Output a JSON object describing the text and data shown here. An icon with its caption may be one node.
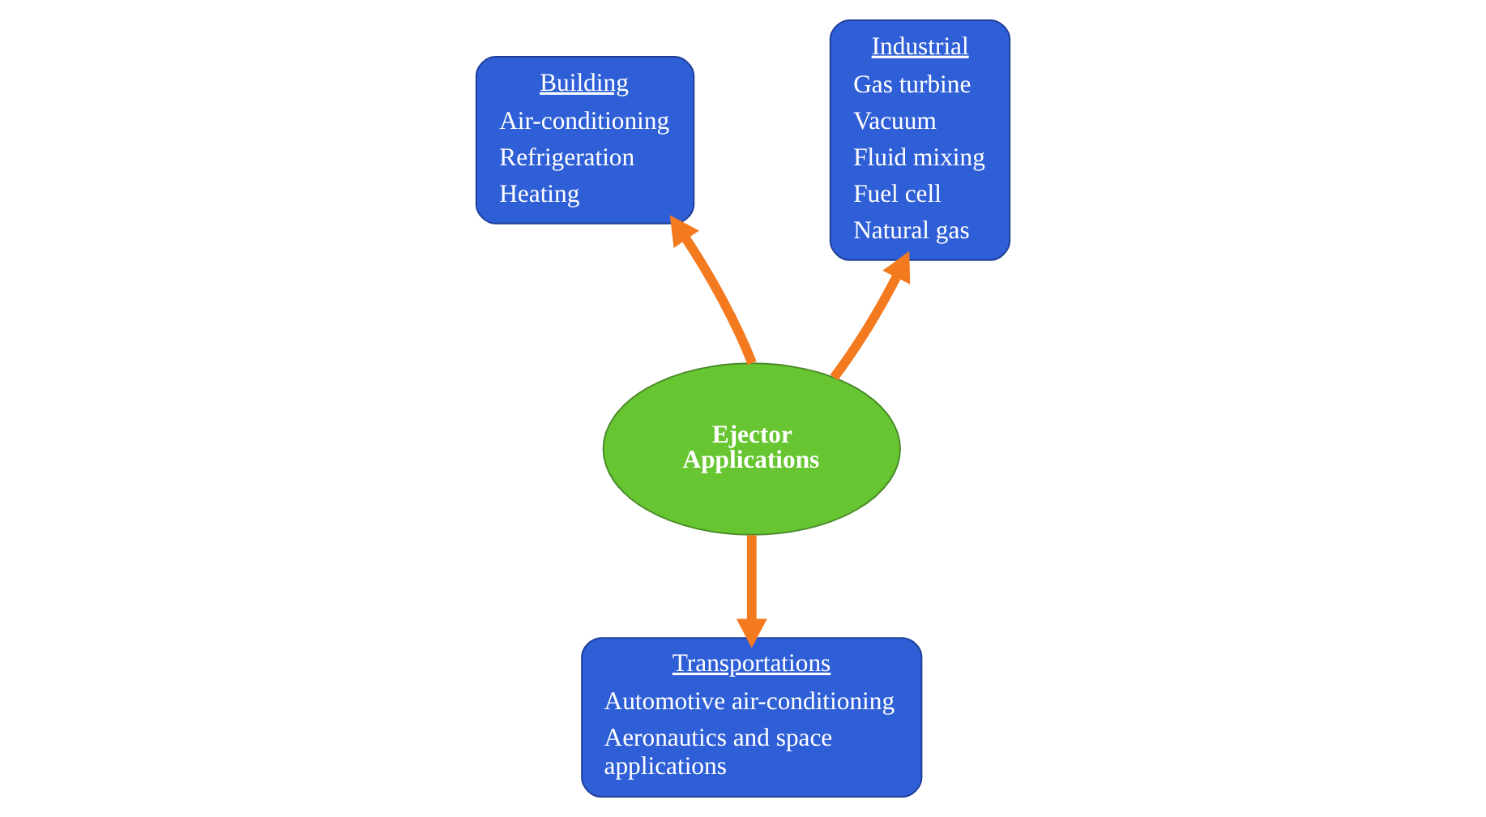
{
  "diagram": {
    "nodes": [
      {
        "text": [
          "Ejector Applications"
        ]
      },
      {
        "text": [
          "Building",
          "Air-conditioning",
          "Refrigeration",
          "Heating"
        ]
      },
      {
        "text": [
          "Industrial",
          "Gas turbine",
          "Vacuum",
          "Fluid mixing",
          "Fuel cell",
          "Natural gas"
        ]
      },
      {
        "text": [
          "Transportations",
          "Automotive air-conditioning",
          "Aeronautics and space applications"
        ]
      }
    ],
    "edges": [
      {
        "from": 0,
        "to": 1,
        "arrow": "to"
      },
      {
        "from": 0,
        "to": 2,
        "arrow": "to"
      },
      {
        "from": 0,
        "to": 3,
        "arrow": "to"
      }
    ]
  }
}
